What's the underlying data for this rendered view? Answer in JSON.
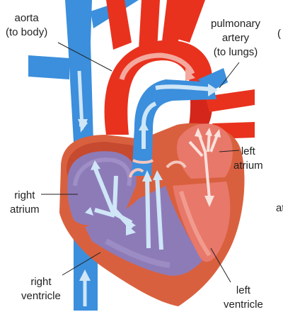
{
  "labels": {
    "aorta": {
      "line1": "aorta",
      "line2": "(to body)"
    },
    "pulmonary_artery": {
      "line1": "pulmonary",
      "line2": "artery",
      "line3": "(to lungs)"
    },
    "left_atrium": {
      "line1": "left",
      "line2": "atrium"
    },
    "right_atrium": {
      "line1": "right",
      "line2": "atrium"
    },
    "right_ventricle": {
      "line1": "right",
      "line2": "ventricle"
    },
    "left_ventricle": {
      "line1": "left",
      "line2": "ventricle"
    }
  },
  "colors": {
    "oxygenated": "#e8321e",
    "deoxygenated": "#3b8fdc",
    "muscle": "#d9603e",
    "chamber_right": "#8d7bb8",
    "chamber_left": "#e8786a",
    "arrow_light": "#cfe6f7"
  }
}
